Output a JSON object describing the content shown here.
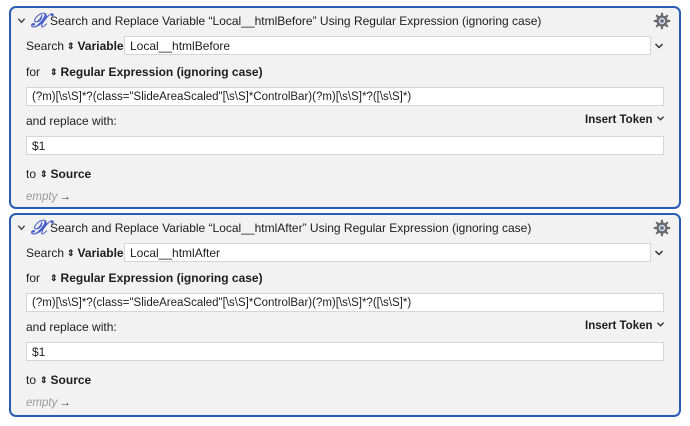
{
  "actions": [
    {
      "title": "Search and Replace Variable “Local__htmlBefore” Using Regular Expression (ignoring case)",
      "search_label": "Search",
      "variable_label": "Variable",
      "variable_value": "Local__htmlBefore",
      "for_label": "for",
      "mode_label": "Regular Expression (ignoring case)",
      "regex_value": "(?m)[\\s\\S]*?(class=\"SlideAreaScaled\"[\\s\\S]*ControlBar)(?m)[\\s\\S]*?([\\s\\S]*)",
      "replace_label": "and replace with:",
      "insert_token_label": "Insert Token",
      "replace_value": "$1",
      "to_label": "to",
      "source_label": "Source",
      "empty_label": "empty",
      "empty_arrow": "→"
    },
    {
      "title": "Search and Replace Variable “Local__htmlAfter” Using Regular Expression (ignoring case)",
      "search_label": "Search",
      "variable_label": "Variable",
      "variable_value": "Local__htmlAfter",
      "for_label": "for",
      "mode_label": "Regular Expression (ignoring case)",
      "regex_value": "(?m)[\\s\\S]*?(class=\"SlideAreaScaled\"[\\s\\S]*ControlBar)(?m)[\\s\\S]*?([\\s\\S]*)",
      "replace_label": "and replace with:",
      "insert_token_label": "Insert Token",
      "replace_value": "$1",
      "to_label": "to",
      "source_label": "Source",
      "empty_label": "empty",
      "empty_arrow": "→"
    }
  ],
  "icons": {
    "action_icon": "𝒳",
    "updown": "⌃⌄"
  },
  "colors": {
    "accent_border": "#2a5bb5",
    "action_icon": "#4a5fc8",
    "panel_bg": "#f2f2f2"
  }
}
